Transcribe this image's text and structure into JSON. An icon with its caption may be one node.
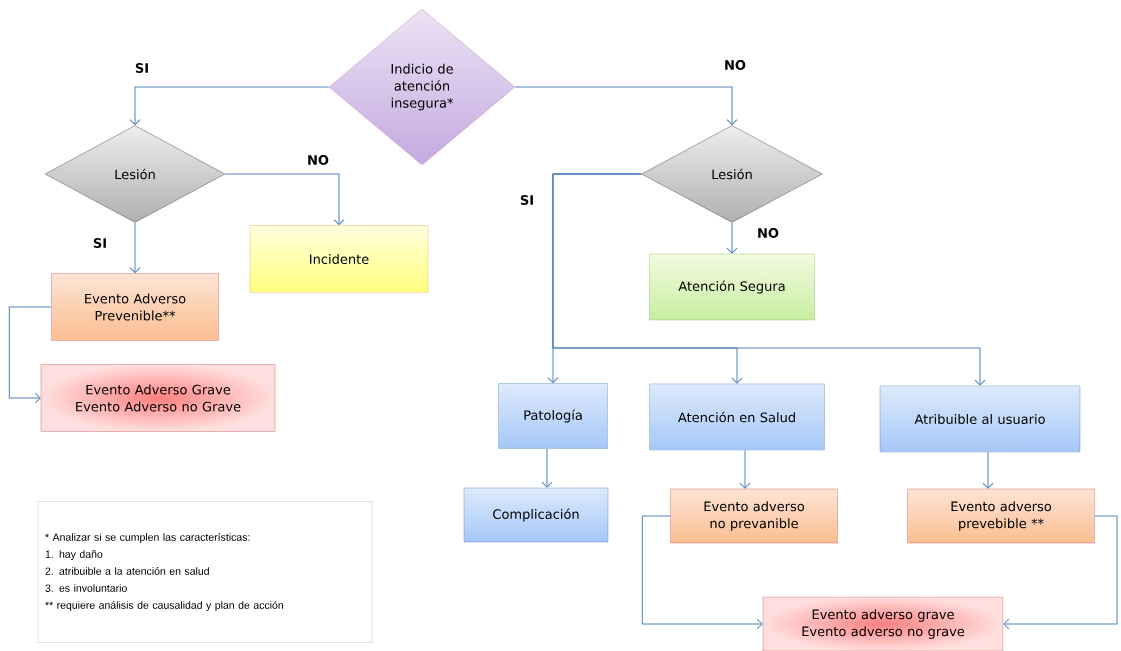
{
  "diagram": {
    "nodes": [
      {
        "text": [
          "Indicio de atención insegura*"
        ]
      },
      {
        "text": [
          "Lesión"
        ]
      },
      {
        "text": [
          "Incidente"
        ]
      },
      {
        "text": [
          "Evento Adverso Prevenible**"
        ]
      },
      {
        "text": [
          "Evento Adverso Grave",
          "Evento Adverso no Grave"
        ]
      },
      {
        "text": [
          "Lesión"
        ]
      },
      {
        "text": [
          "Atención Segura"
        ]
      },
      {
        "text": [
          "Patología"
        ]
      },
      {
        "text": [
          "Atención en Salud"
        ]
      },
      {
        "text": [
          "Atribuible al usuario"
        ]
      },
      {
        "text": [
          "Complicación"
        ]
      },
      {
        "text": [
          "Evento adverso no prevanible"
        ]
      },
      {
        "text": [
          "Evento adverso prevebible **"
        ]
      },
      {
        "text": [
          "Evento adverso grave",
          "Evento adverso no grave"
        ]
      },
      {
        "text": [
          "* Analizar si se cumplen las características:",
          "1. hay daño",
          "2. atribuible a la atención en salud",
          "3. es involuntario",
          "** requiere análisis de causalidad y plan de acción"
        ]
      }
    ],
    "edges": [
      {
        "from": 0,
        "to": 1,
        "arrow": "to",
        "label": "SI"
      },
      {
        "from": 0,
        "to": 5,
        "arrow": "to",
        "label": "NO"
      },
      {
        "from": 1,
        "to": 2,
        "arrow": "to",
        "label": "NO"
      },
      {
        "from": 1,
        "to": 3,
        "arrow": "to",
        "label": "SI"
      },
      {
        "from": 3,
        "to": 4,
        "arrow": "to"
      },
      {
        "from": 5,
        "to": 6,
        "arrow": "to",
        "label": "NO"
      },
      {
        "from": 5,
        "to": 7,
        "arrow": "to",
        "label": "SI"
      },
      {
        "from": 5,
        "to": 8,
        "arrow": "to"
      },
      {
        "from": 5,
        "to": 9,
        "arrow": "to"
      },
      {
        "from": 7,
        "to": 10,
        "arrow": "to"
      },
      {
        "from": 8,
        "to": 11,
        "arrow": "to"
      },
      {
        "from": 9,
        "to": 12,
        "arrow": "to"
      },
      {
        "from": 11,
        "to": 13,
        "arrow": "to"
      },
      {
        "from": 12,
        "to": 13,
        "arrow": "to"
      }
    ]
  }
}
